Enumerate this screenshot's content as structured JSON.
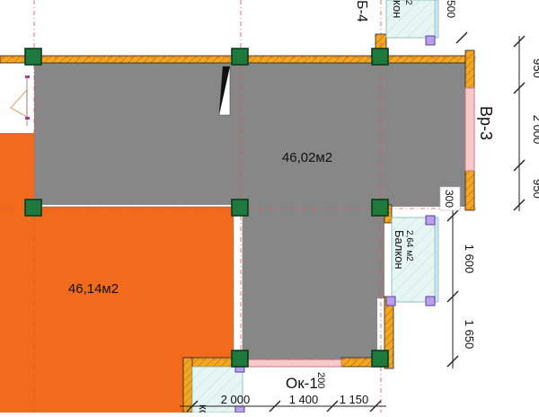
{
  "rooms": [
    {
      "id": "main",
      "area_label": "46,02м2",
      "color": "#878787"
    },
    {
      "id": "left",
      "area_label": "46,14м2",
      "color": "#f26a1b"
    }
  ],
  "balconies": [
    {
      "id": "balcony-right",
      "label": "Балкон",
      "area_label": "2,64 м2"
    },
    {
      "id": "balcony-top",
      "label": "кон",
      "area_label": "2"
    },
    {
      "id": "balcony-bottom",
      "label": "кон"
    }
  ],
  "openings": {
    "door": "Вр-3",
    "window": "Ок-1",
    "partial_top": "Б-4"
  },
  "dimensions": {
    "right_outer": [
      "950",
      "2 000",
      "950"
    ],
    "right_inner": [
      "1 600",
      "1 650"
    ],
    "wall_right": "300",
    "bottom": [
      "2 000",
      "1 400",
      "1 150"
    ],
    "bottom_small": "200",
    "top_small": "500"
  },
  "colors": {
    "wall": "#f4a620",
    "column": "#1e7a3c",
    "grid": "#e05050",
    "glass": "#f7c8cc",
    "balcony": "#dff0ee"
  }
}
